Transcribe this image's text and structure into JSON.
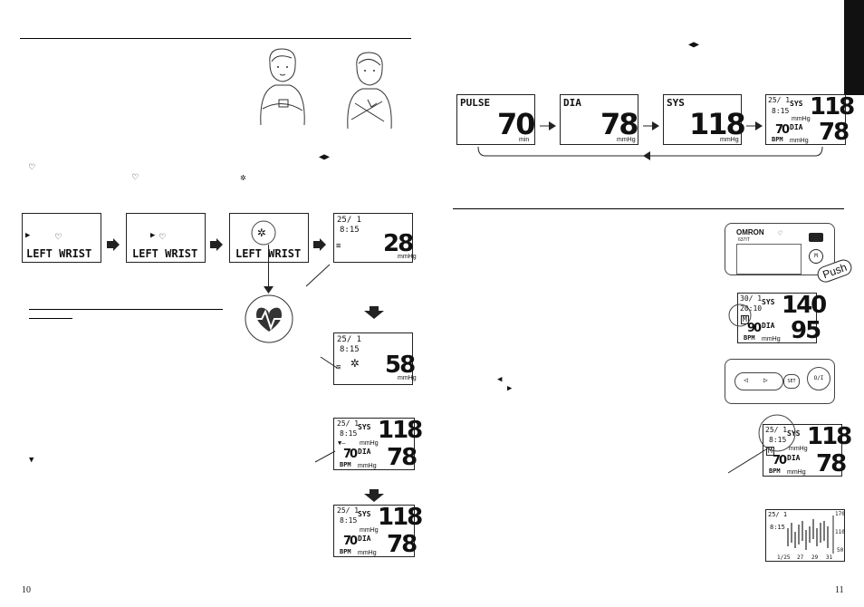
{
  "pages": {
    "left_number": "10",
    "right_number": "11"
  },
  "left_sequence": {
    "screen1_label": "LEFT WRIST",
    "screen2_label": "LEFT WRIST",
    "screen3_label": "LEFT WRIST",
    "screen4": {
      "date": "25/ 1",
      "time": "8:15",
      "value": "28",
      "unit": "mmHg"
    }
  },
  "left_column": {
    "screen5": {
      "date": "25/ 1",
      "time": "8:15",
      "value": "58",
      "unit": "mmHg"
    },
    "screen6": {
      "date": "25/ 1",
      "time": "8:15",
      "sys_label": "SYS",
      "sys": "118",
      "unit1": "mmHg",
      "dia_label": "DIA",
      "dia": "78",
      "pulse": "70",
      "bpm": "BPM",
      "unit2": "mmHg"
    },
    "screen7": {
      "date": "25/ 1",
      "time": "8:15",
      "sys_label": "SYS",
      "sys": "118",
      "unit1": "mmHg",
      "dia_label": "DIA",
      "dia": "78",
      "pulse": "70",
      "bpm": "BPM",
      "unit2": "mmHg"
    }
  },
  "right_top": {
    "pulse": {
      "label": "PULSE",
      "value": "70",
      "unit": "min"
    },
    "dia": {
      "label": "DIA",
      "value": "78",
      "unit": "mmHg"
    },
    "sys": {
      "label": "SYS",
      "value": "118",
      "unit": "mmHg"
    },
    "combined": {
      "date": "25/ 1",
      "time": "8:15",
      "sys_label": "SYS",
      "sys": "118",
      "unit1": "mmHg",
      "dia_label": "DIA",
      "dia": "78",
      "pulse": "70",
      "bpm": "BPM",
      "unit2": "mmHg"
    }
  },
  "device": {
    "brand": "OMRON",
    "model": "637IT",
    "push": "Push",
    "m_label": "M",
    "set_label": "SET",
    "on_label": "O/I"
  },
  "right_column": {
    "screen_memory": {
      "date": "30/ 1",
      "time": "20:10",
      "sys_label": "SYS",
      "sys": "140",
      "dia_label": "DIA",
      "dia": "95",
      "pulse": "90",
      "bpm": "BPM",
      "unit": "mmHg",
      "mem": "M"
    },
    "screen_memory2": {
      "date": "25/ 1",
      "time": "8:15",
      "sys_label": "SYS",
      "sys": "118",
      "unit1": "mmHg",
      "dia_label": "DIA",
      "dia": "78",
      "pulse": "70",
      "bpm": "BPM",
      "unit2": "mmHg",
      "mem": "M"
    },
    "graph": {
      "date": "25/ 1",
      "time": "8:15",
      "y_top": "170",
      "y_mid": "110",
      "y_bot": "50",
      "x_labels": [
        "1/25",
        "27",
        "29",
        "31"
      ]
    }
  }
}
